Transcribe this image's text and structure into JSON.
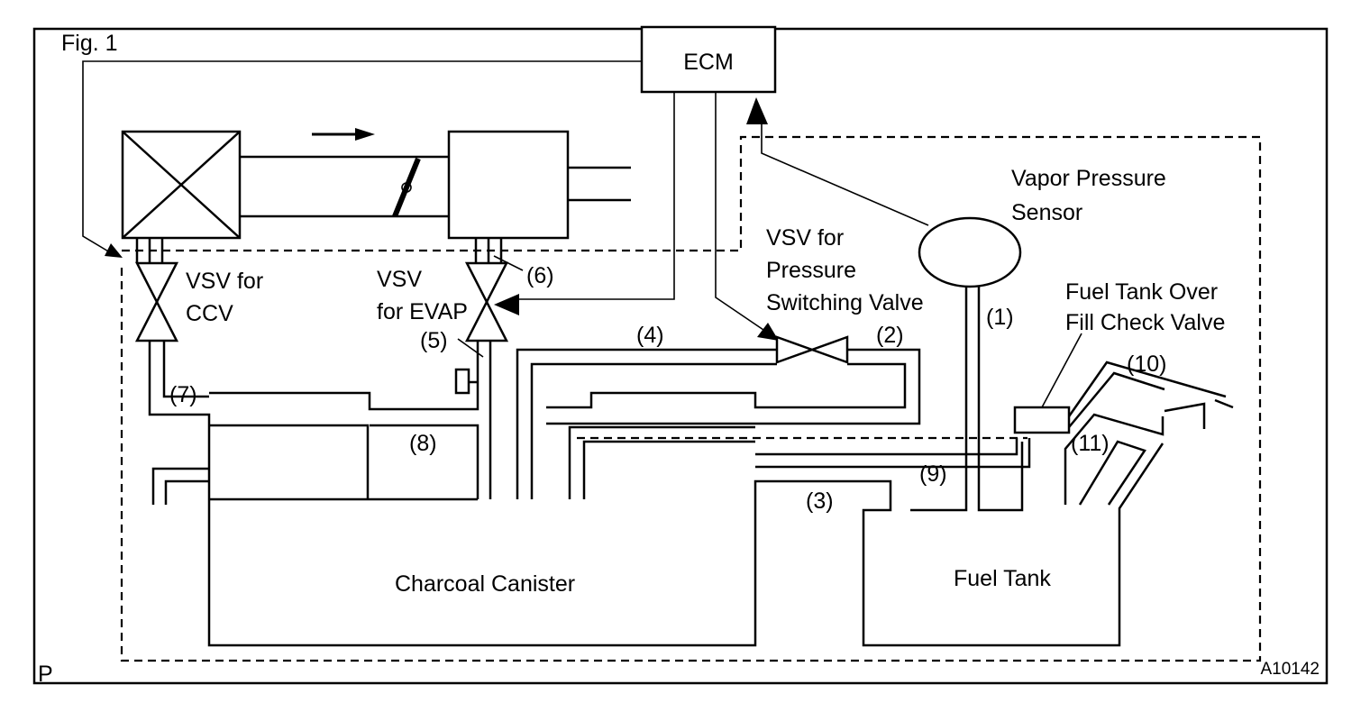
{
  "figure": {
    "fig_label": "Fig. 1",
    "corner_mark": "P",
    "figure_code": "A10142"
  },
  "components": {
    "ecm": "ECM",
    "vapor_pressure_sensor": [
      "Vapor Pressure",
      "Sensor"
    ],
    "vsv_pressure_switching": [
      "VSV for",
      "Pressure",
      "Switching Valve"
    ],
    "vsv_ccv": [
      "VSV for",
      "CCV"
    ],
    "vsv_evap": [
      "VSV",
      "for EVAP"
    ],
    "fill_check_valve": [
      "Fuel Tank Over",
      "Fill Check Valve"
    ],
    "charcoal_canister": "Charcoal Canister",
    "fuel_tank": "Fuel Tank"
  },
  "numbers": {
    "n1": "(1)",
    "n2": "(2)",
    "n3": "(3)",
    "n4": "(4)",
    "n5": "(5)",
    "n6": "(6)",
    "n7": "(7)",
    "n8": "(8)",
    "n9": "(9)",
    "n10": "(10)",
    "n11": "(11)"
  }
}
